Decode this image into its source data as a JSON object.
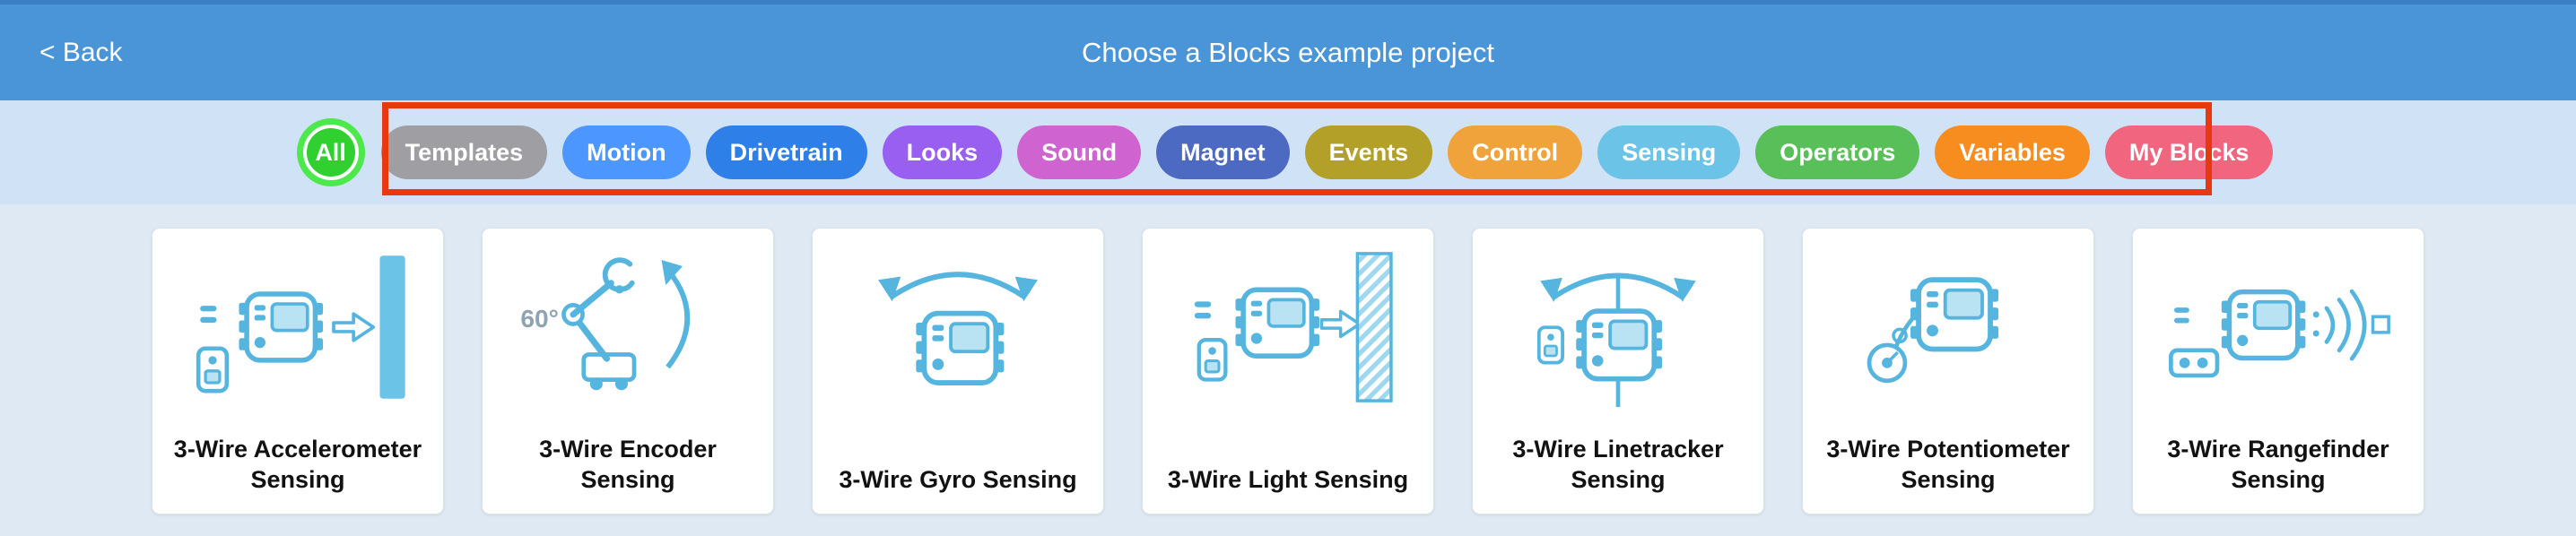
{
  "header": {
    "back_label": "< Back",
    "title": "Choose a Blocks example project",
    "bg_color": "#4a94d8"
  },
  "filters": {
    "highlight_box_color": "#e8380d",
    "items": [
      {
        "label": "All",
        "style": "background:#2fd02f",
        "selected": true
      },
      {
        "label": "Templates",
        "style": "background:#9e9ea3"
      },
      {
        "label": "Motion",
        "style": "background:#4c97ff"
      },
      {
        "label": "Drivetrain",
        "style": "background:#2e80e8"
      },
      {
        "label": "Looks",
        "style": "background:#985ff1"
      },
      {
        "label": "Sound",
        "style": "background:#cf63cf"
      },
      {
        "label": "Magnet",
        "style": "background:#4c6ac1"
      },
      {
        "label": "Events",
        "style": "background:#b3a028"
      },
      {
        "label": "Control",
        "style": "background:#f0a33a"
      },
      {
        "label": "Sensing",
        "style": "background:#6cc3e8"
      },
      {
        "label": "Operators",
        "style": "background:#59c059"
      },
      {
        "label": "Variables",
        "style": "background:#f78c1f"
      },
      {
        "label": "My Blocks",
        "style": "background:#f2657f"
      }
    ]
  },
  "cards": [
    {
      "title": "3-Wire Accelerometer Sensing",
      "icon": "accelerometer-icon"
    },
    {
      "title": "3-Wire Encoder Sensing",
      "icon": "encoder-icon",
      "icon_label": "60°"
    },
    {
      "title": "3-Wire Gyro Sensing",
      "icon": "gyro-icon"
    },
    {
      "title": "3-Wire Light Sensing",
      "icon": "light-icon"
    },
    {
      "title": "3-Wire Linetracker Sensing",
      "icon": "linetracker-icon"
    },
    {
      "title": "3-Wire Potentiometer Sensing",
      "icon": "potentiometer-icon"
    },
    {
      "title": "3-Wire Rangefinder Sensing",
      "icon": "rangefinder-icon"
    }
  ]
}
